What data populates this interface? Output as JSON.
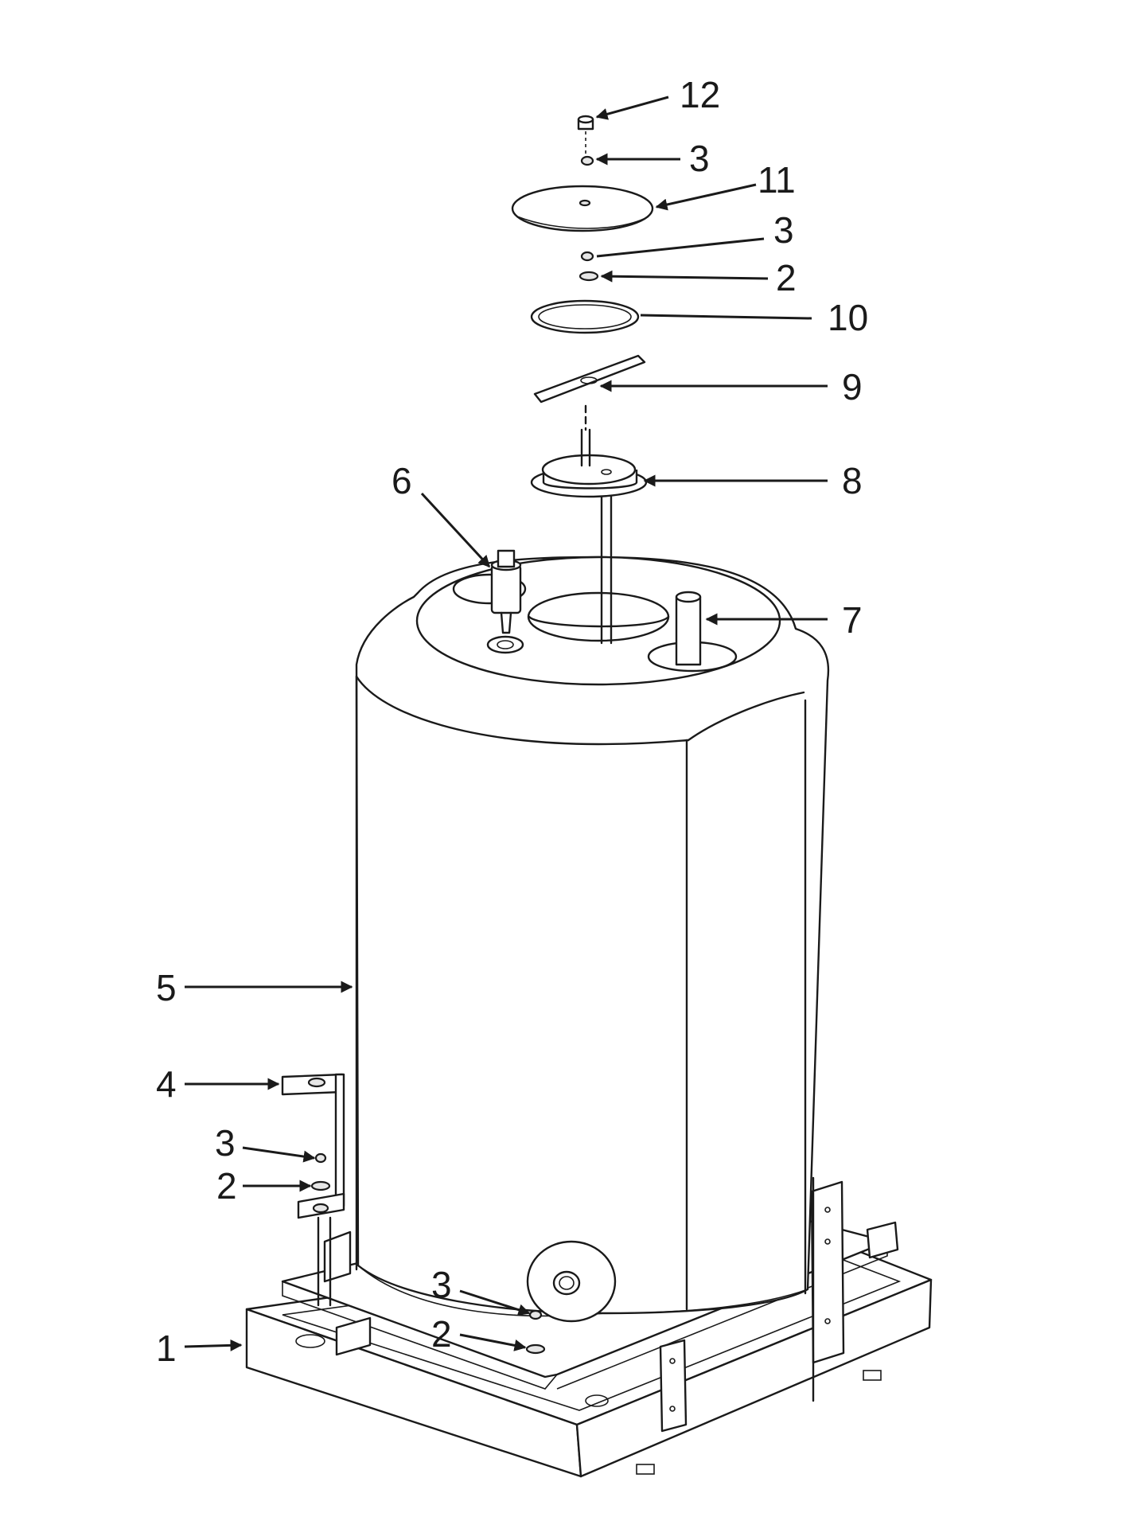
{
  "callouts": [
    {
      "id": "c12",
      "label": "12"
    },
    {
      "id": "c3a",
      "label": "3"
    },
    {
      "id": "c11",
      "label": "11"
    },
    {
      "id": "c3b",
      "label": "3"
    },
    {
      "id": "c2a",
      "label": "2"
    },
    {
      "id": "c10",
      "label": "10"
    },
    {
      "id": "c9",
      "label": "9"
    },
    {
      "id": "c8",
      "label": "8"
    },
    {
      "id": "c6",
      "label": "6"
    },
    {
      "id": "c7",
      "label": "7"
    },
    {
      "id": "c5",
      "label": "5"
    },
    {
      "id": "c4",
      "label": "4"
    },
    {
      "id": "c3c",
      "label": "3"
    },
    {
      "id": "c2b",
      "label": "2"
    },
    {
      "id": "c3d",
      "label": "3"
    },
    {
      "id": "c2c",
      "label": "2"
    },
    {
      "id": "c1",
      "label": "1"
    }
  ]
}
